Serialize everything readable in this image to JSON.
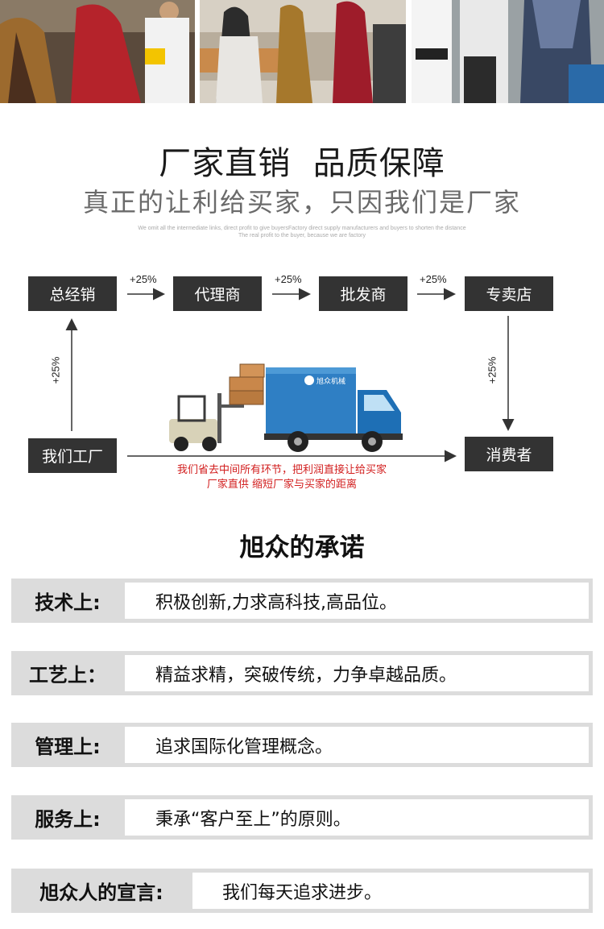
{
  "photos": [
    {
      "name": "trade-show-photo-1"
    },
    {
      "name": "trade-show-photo-2"
    },
    {
      "name": "trade-show-photo-3"
    }
  ],
  "header": {
    "title": "厂家直销  品质保障",
    "subtitle": "真正的让利给买家，只因我们是厂家",
    "fine_line_1": "We omit all the intermediate links, direct profit to give buyersFactory direct supply manufacturers and buyers to shorten the distance",
    "fine_line_2": "The real profit to the buyer, because we are factory"
  },
  "flow": {
    "nodes": {
      "general_distributor": "总经销",
      "agent": "代理商",
      "wholesaler": "批发商",
      "store": "专卖店",
      "factory": "我们工厂",
      "consumer": "消费者"
    },
    "markups": {
      "factory_to_general": "+25%",
      "general_to_agent": "+25%",
      "agent_to_wholesaler": "+25%",
      "wholesaler_to_store": "+25%",
      "store_to_consumer": "+25%"
    },
    "truck_logo_text": "旭众机械",
    "note_line_1": "我们省去中间所有环节，把利润直接让给买家",
    "note_line_2": "厂家直供 缩短厂家与买家的距离"
  },
  "promise": {
    "title": "旭众的承诺",
    "rows": [
      {
        "label": "技术上:",
        "text": "积极创新,力求高科技,高品位。"
      },
      {
        "label": "工艺上：",
        "text": "精益求精，突破传统，力争卓越品质。"
      },
      {
        "label": "管理上:",
        "text": "追求国际化管理概念。"
      },
      {
        "label": "服务上:",
        "text": "秉承“客户至上”的原则。"
      },
      {
        "label": "旭众人的宣言:",
        "text": "我们每天追求进步。"
      }
    ]
  },
  "colors": {
    "box_bg": "#333333",
    "promise_bg": "#dcdcdc",
    "note_red": "#d21e1e",
    "truck_blue": "#1e6fb5"
  }
}
